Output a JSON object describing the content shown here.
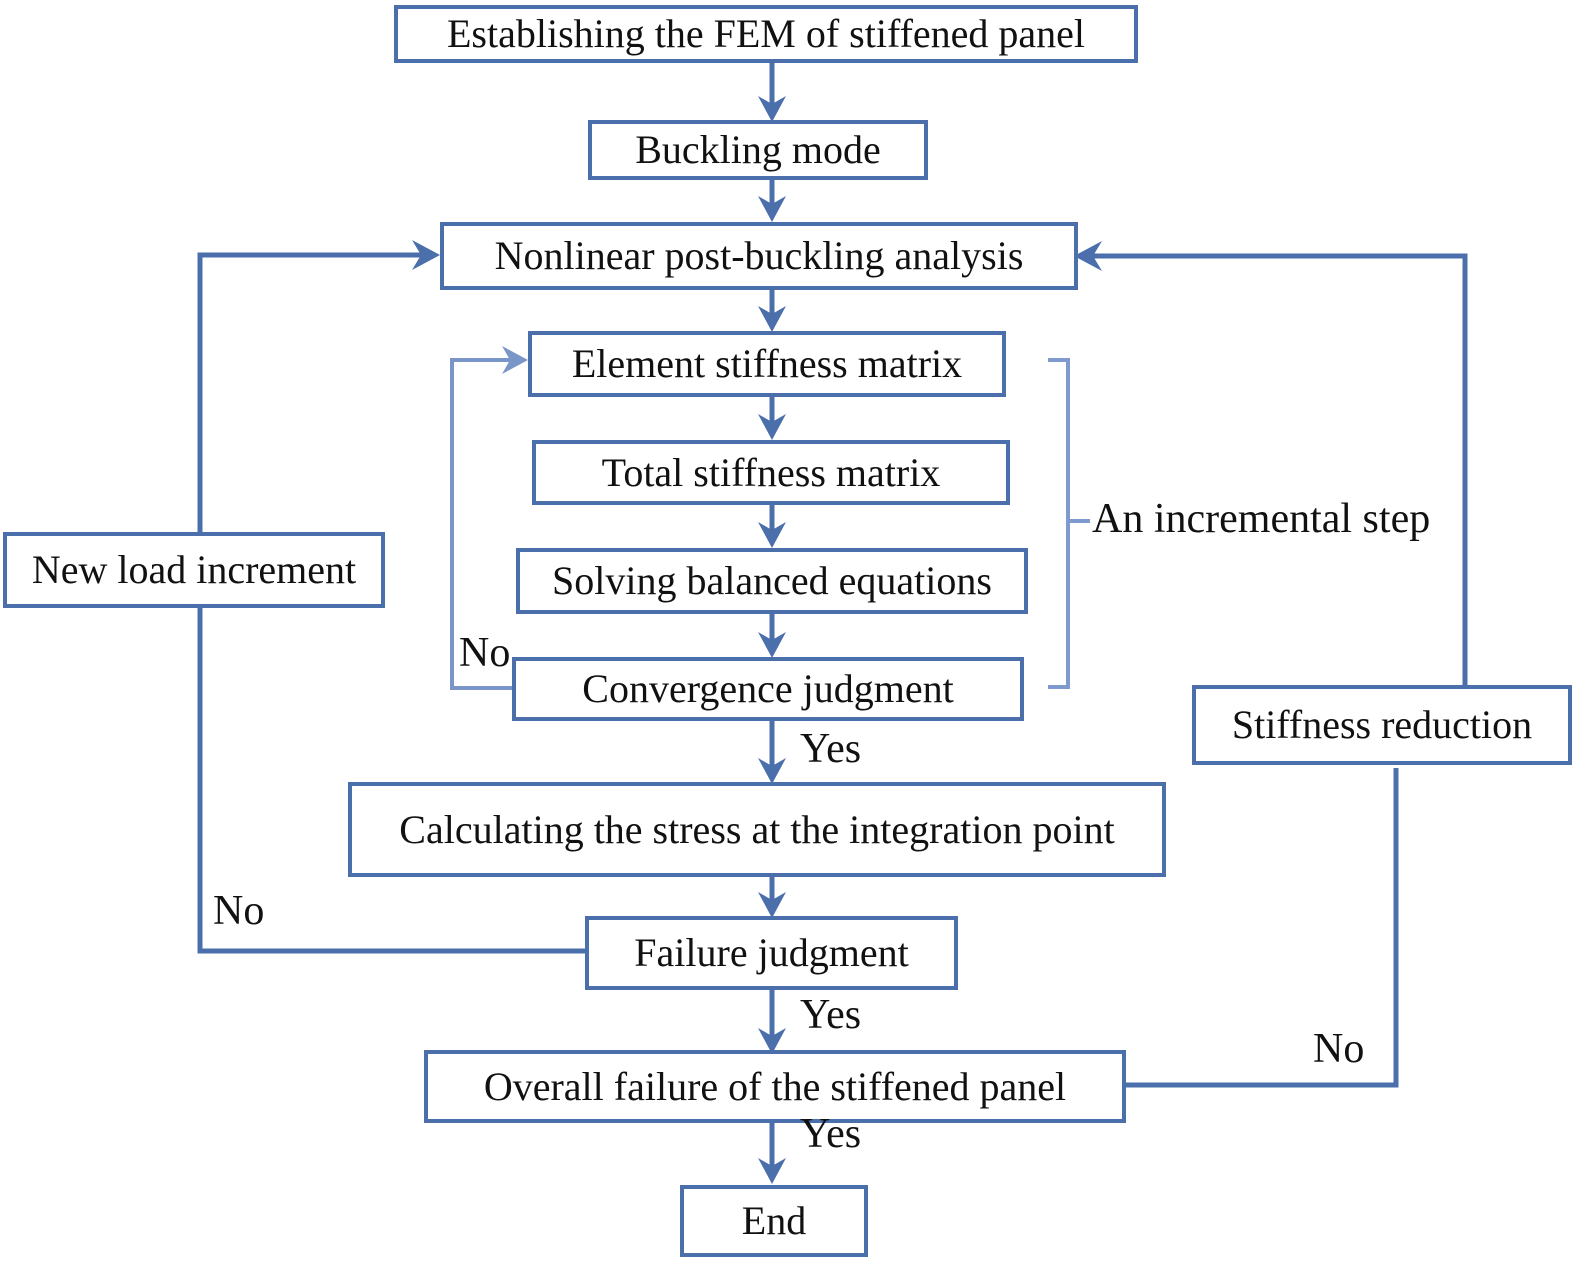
{
  "diagram": {
    "title": "Flowchart of nonlinear post-buckling analysis of stiffened panel",
    "accent_color": "#4a6fab",
    "text_color": "#111111",
    "background": "#ffffff"
  },
  "nodes": [
    {
      "id": "fem",
      "label": "Establishing the FEM of stiffened panel"
    },
    {
      "id": "buckling",
      "label": "Buckling mode"
    },
    {
      "id": "nonlinear",
      "label": "Nonlinear post-buckling analysis"
    },
    {
      "id": "elem_k",
      "label": "Element stiffness matrix"
    },
    {
      "id": "total_k",
      "label": "Total stiffness matrix"
    },
    {
      "id": "solving",
      "label": "Solving balanced equations"
    },
    {
      "id": "converge",
      "label": "Convergence judgment"
    },
    {
      "id": "calc",
      "label": "Calculating the stress at the integration point"
    },
    {
      "id": "failure",
      "label": "Failure judgment"
    },
    {
      "id": "overall",
      "label": "Overall failure of the stiffened panel"
    },
    {
      "id": "end",
      "label": "End"
    },
    {
      "id": "newload",
      "label": "New load increment"
    },
    {
      "id": "stiffred",
      "label": "Stiffness reduction"
    }
  ],
  "annotations": {
    "incremental_step": "An incremental step"
  },
  "edge_labels": {
    "converge_no": "No",
    "converge_yes": "Yes",
    "failure_no": "No",
    "failure_yes": "Yes",
    "overall_no": "No",
    "overall_yes": "Yes"
  }
}
